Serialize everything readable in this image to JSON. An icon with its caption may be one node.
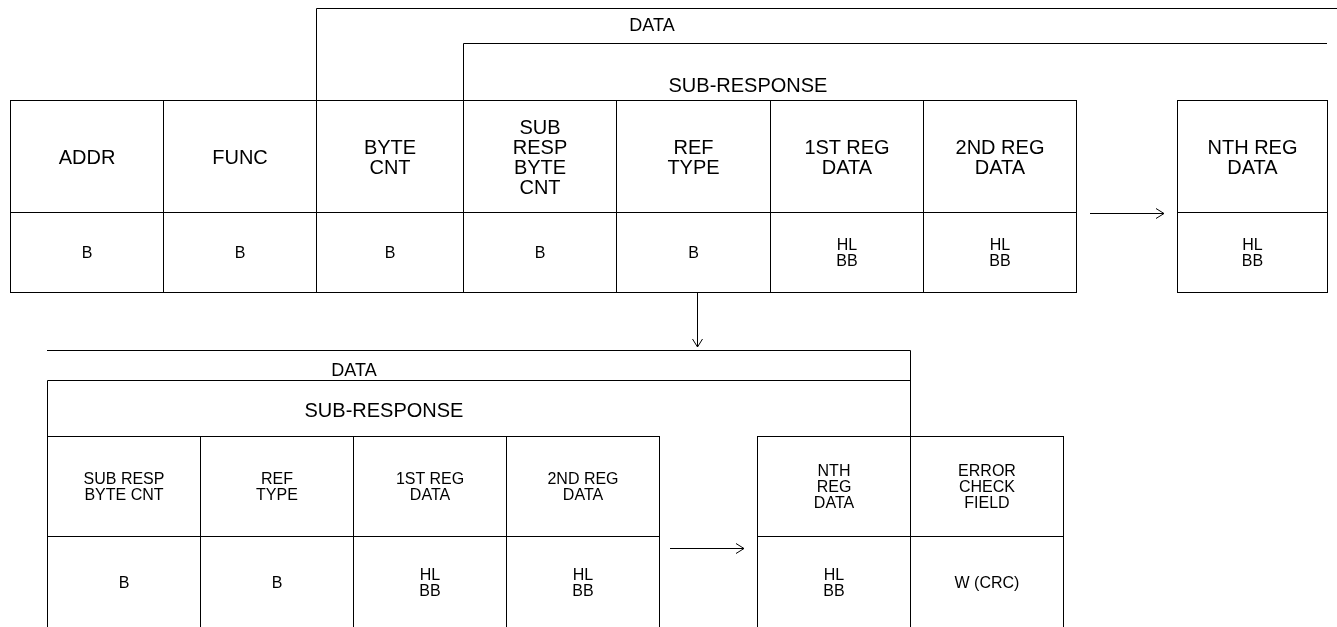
{
  "diagram": {
    "nodes": [
      {
        "text": [
          "ADDR",
          "B"
        ]
      },
      {
        "text": [
          "FUNC",
          "B"
        ]
      },
      {
        "text": [
          "BYTE CNT",
          "B"
        ]
      },
      {
        "text": [
          "SUB RESP BYTE CNT",
          "B"
        ]
      },
      {
        "text": [
          "REF TYPE",
          "B"
        ]
      },
      {
        "text": [
          "1ST REG DATA",
          "HL BB"
        ]
      },
      {
        "text": [
          "2ND REG DATA",
          "HL BB"
        ]
      },
      {
        "text": [
          "NTH REG DATA",
          "HL BB"
        ]
      },
      {
        "text": [
          "SUB RESP BYTE CNT",
          "B"
        ]
      },
      {
        "text": [
          "REF TYPE",
          "B"
        ]
      },
      {
        "text": [
          "1ST REG DATA",
          "HL BB"
        ]
      },
      {
        "text": [
          "2ND REG DATA",
          "HL BB"
        ]
      },
      {
        "text": [
          "NTH REG DATA",
          "HL BB"
        ]
      },
      {
        "text": [
          "ERROR CHECK FIELD",
          "W (CRC)"
        ]
      }
    ],
    "edges": [
      {
        "from": 6,
        "to": 7,
        "arrow": "to"
      },
      {
        "from": 4,
        "to": null,
        "arrow": "to"
      },
      {
        "from": 11,
        "to": 12,
        "arrow": "to"
      }
    ],
    "labels": [
      "DATA",
      "SUB-RESPONSE",
      "DATA",
      "SUB-RESPONSE"
    ]
  }
}
